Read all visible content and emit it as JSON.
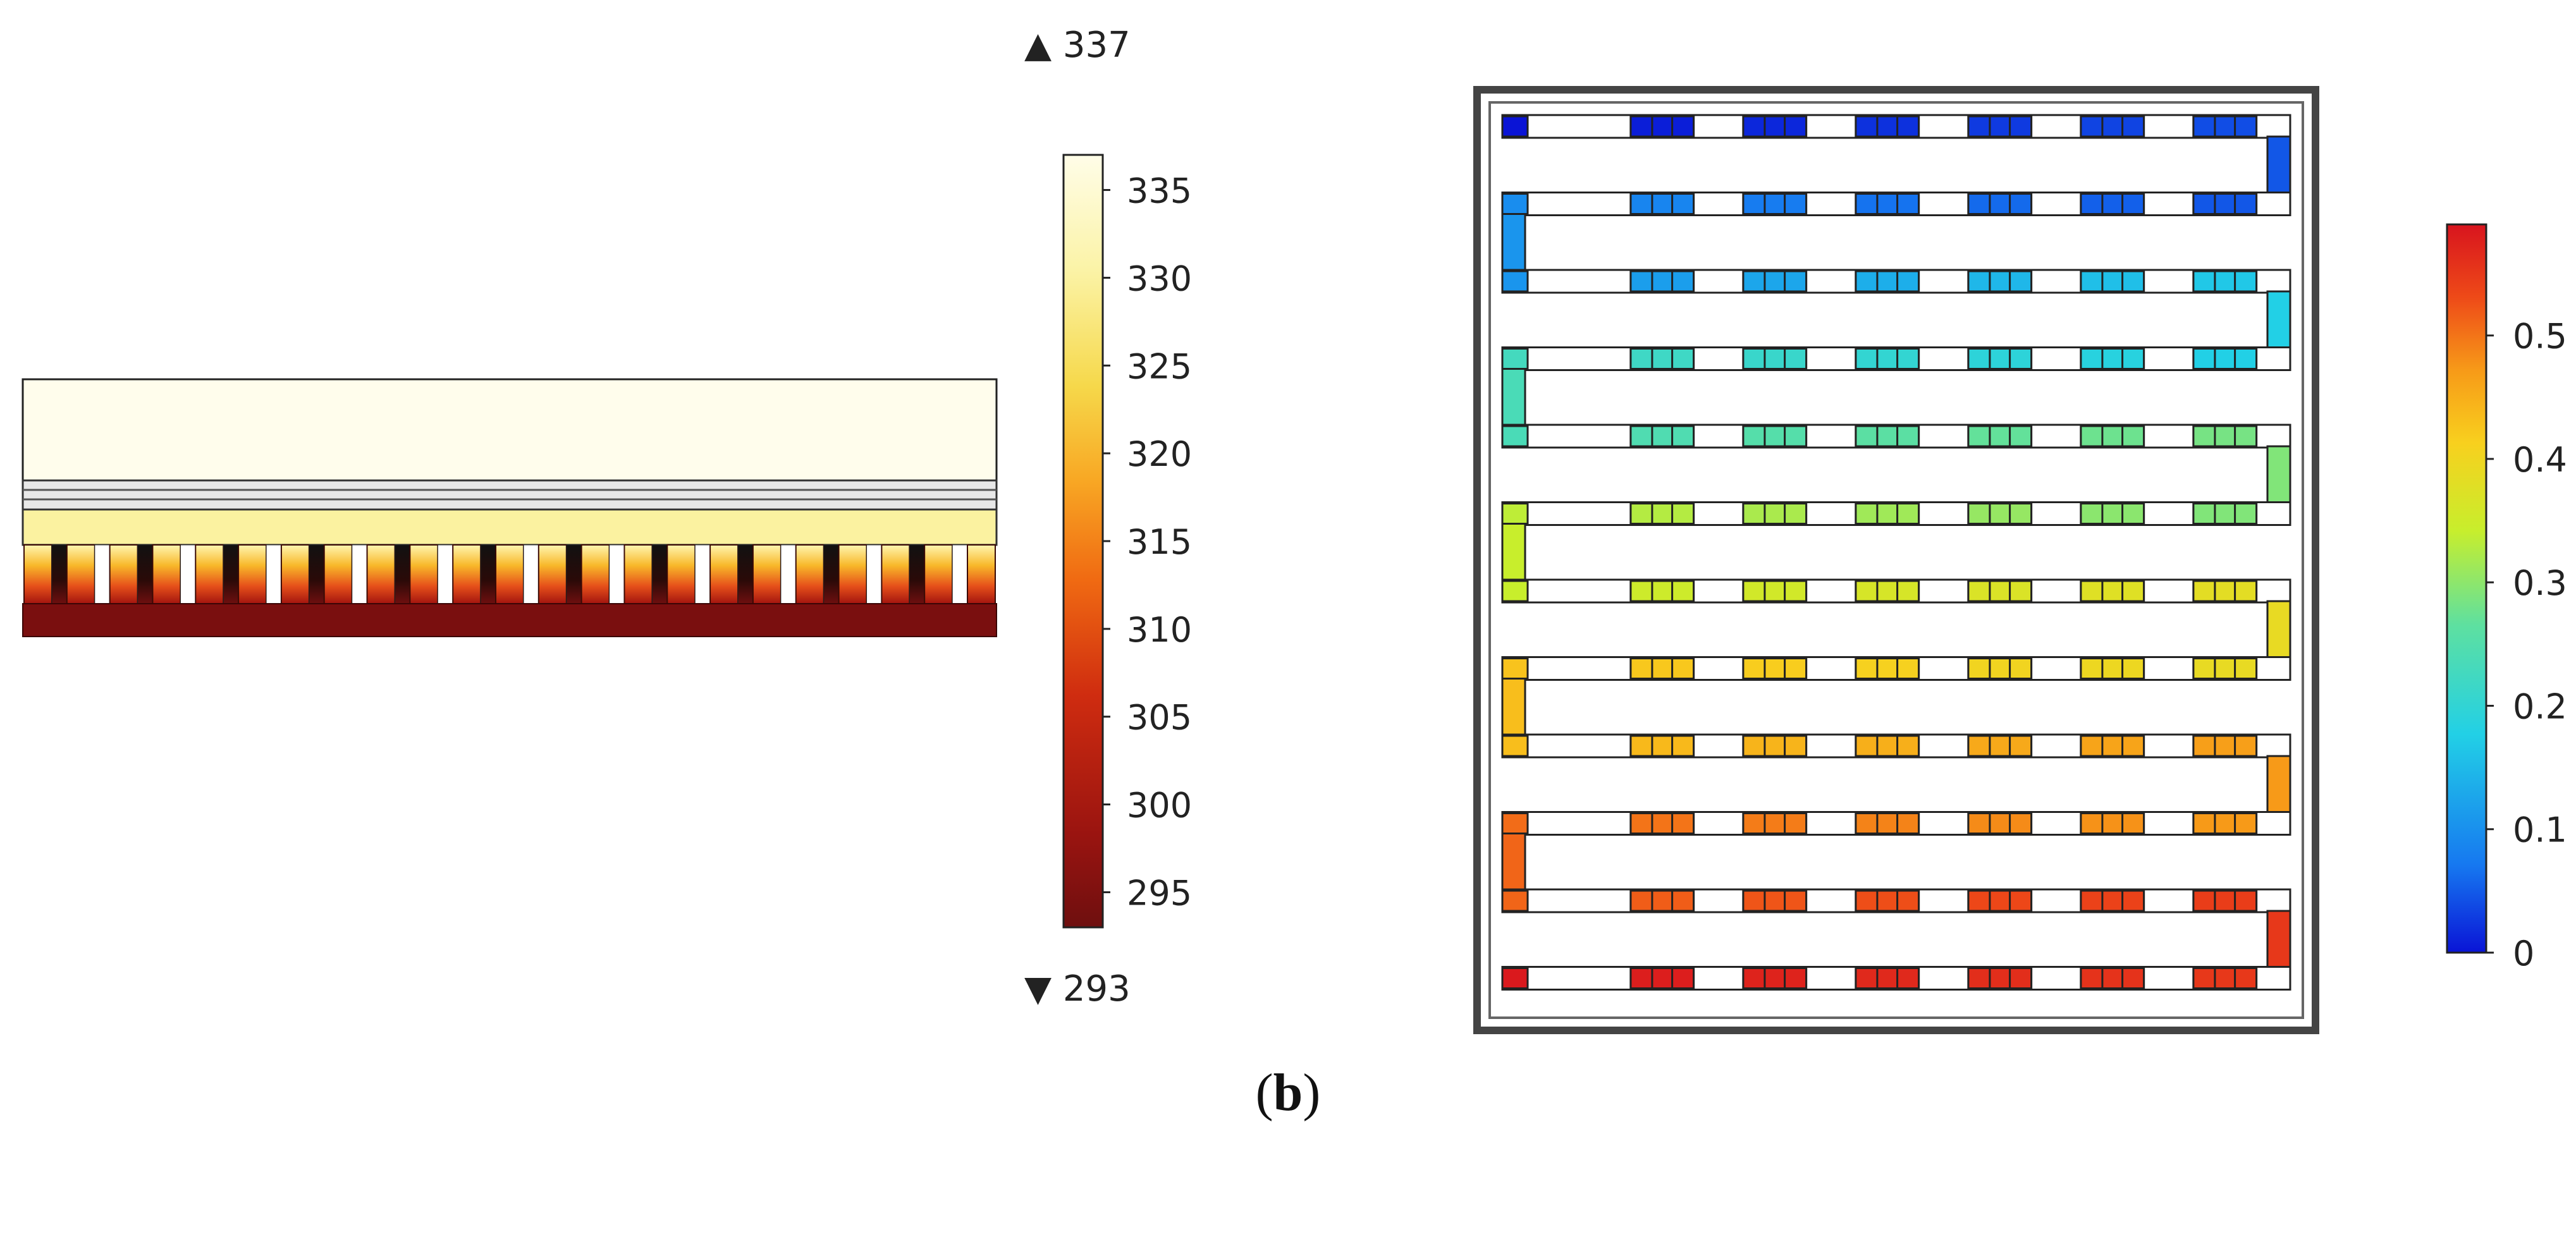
{
  "temperature_legend": {
    "max_label": "▲ 337",
    "min_label": "▼ 293",
    "ticks": [
      "335",
      "330",
      "325",
      "320",
      "315",
      "310",
      "305",
      "300",
      "295"
    ],
    "range": [
      293,
      337
    ],
    "colormap": [
      "#6e0f0f",
      "#9a1410",
      "#cf2c10",
      "#f06a12",
      "#f8a824",
      "#f6d84a",
      "#fbf3a6",
      "#fffde8"
    ]
  },
  "velocity_legend": {
    "ticks": [
      "0.5",
      "0.4",
      "0.3",
      "0.2",
      "0.1",
      "0"
    ],
    "range": [
      0,
      0.59
    ],
    "colormap": [
      "#0a14d6",
      "#1678f0",
      "#22d0e6",
      "#5ee0a0",
      "#c8ee2c",
      "#f8d01e",
      "#f79a18",
      "#ee4a18",
      "#d8141e"
    ]
  },
  "channel_rows": 12,
  "caption": {
    "open": "(",
    "letter": "b",
    "close": ")"
  }
}
